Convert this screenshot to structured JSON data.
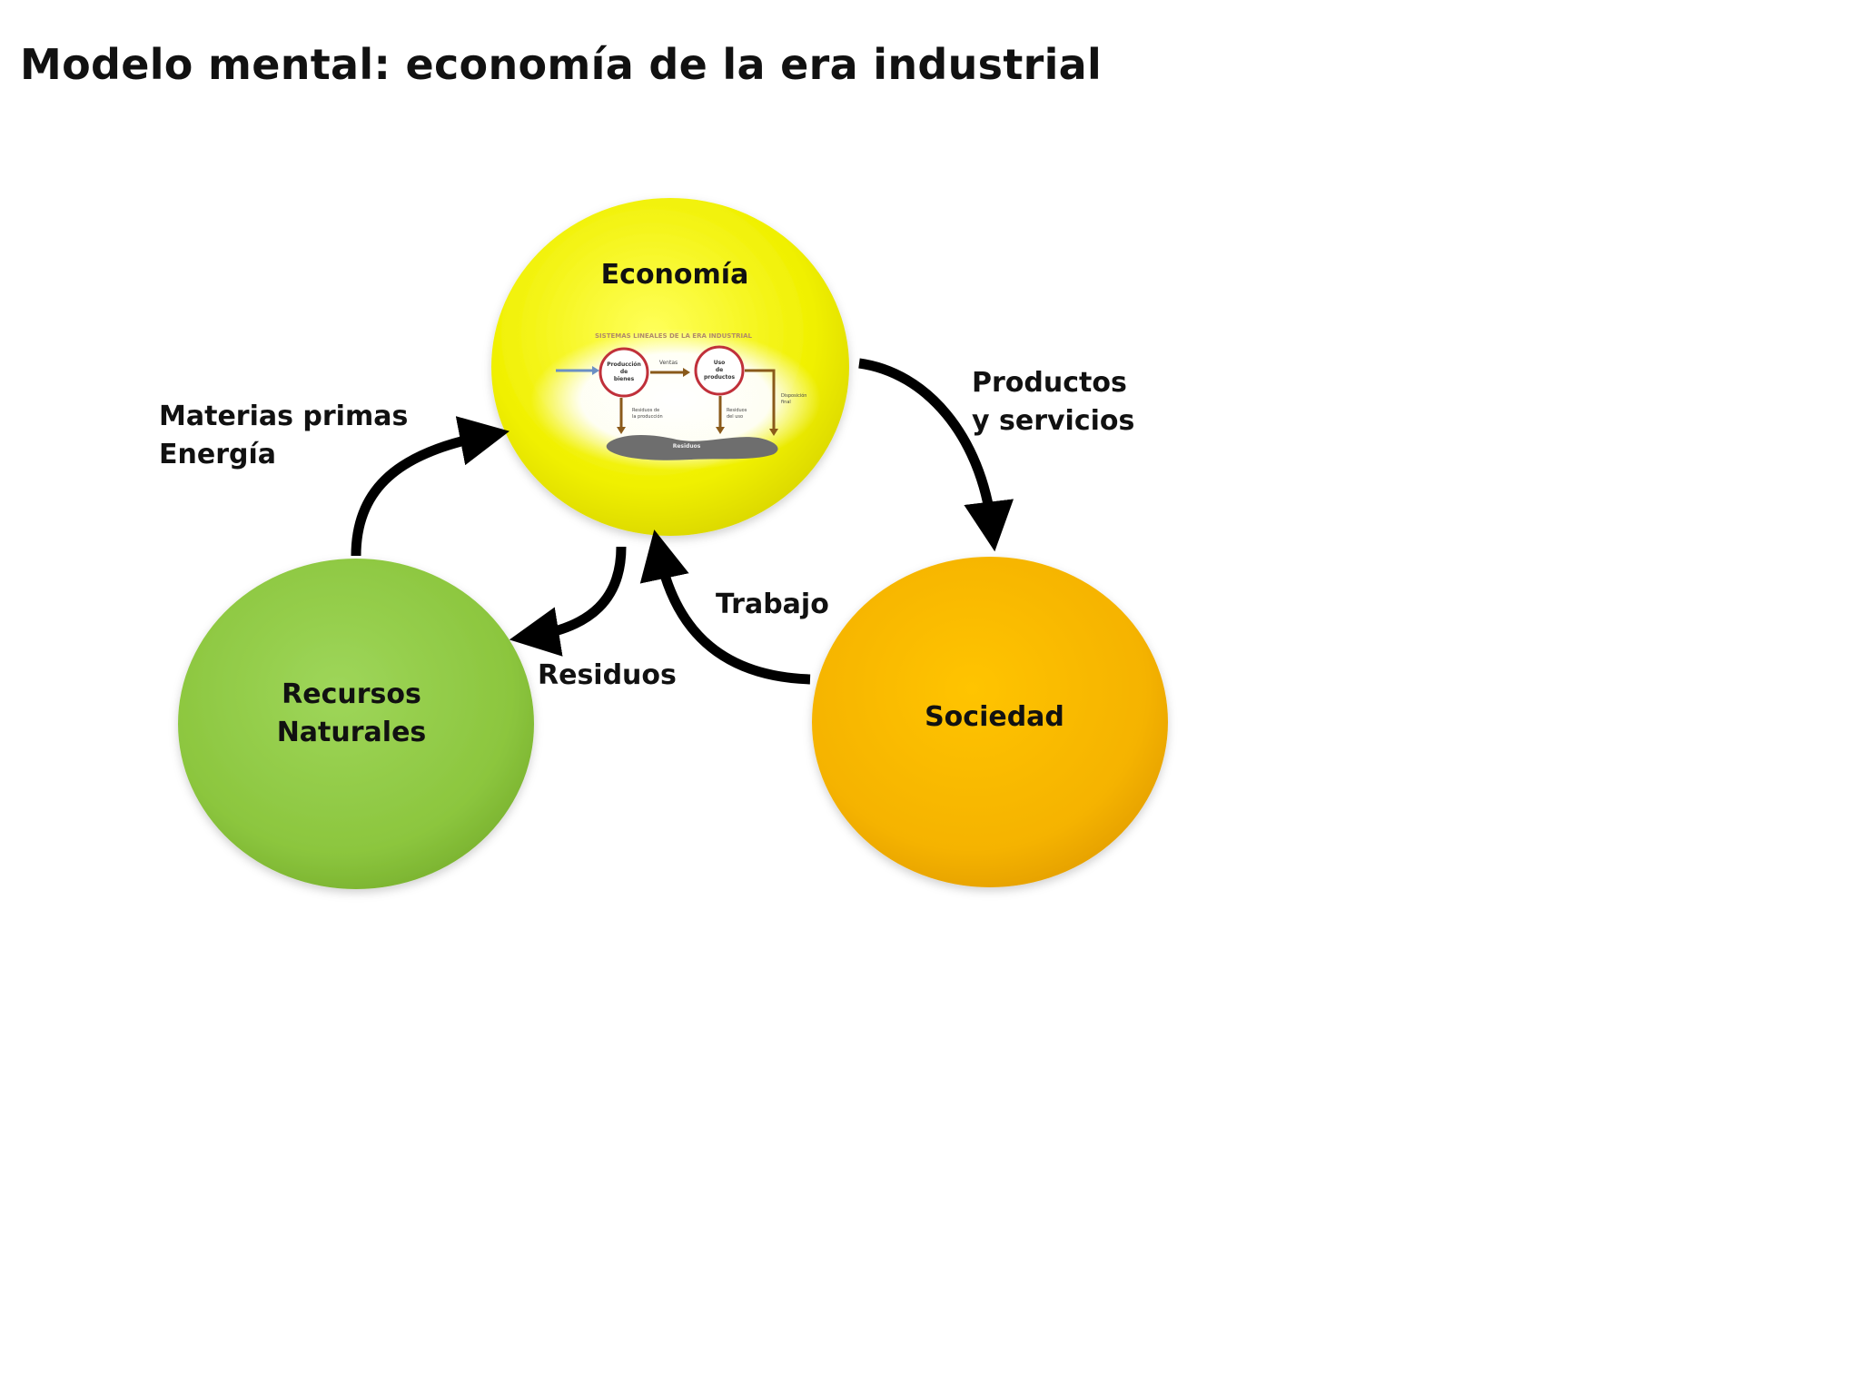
{
  "title": "Modelo mental: economía de la era industrial",
  "nodes": {
    "economia": {
      "label": "Economía",
      "color": "#f2f200"
    },
    "recursos": {
      "label_line1": "Recursos",
      "label_line2": "Naturales",
      "color": "#8dc63f"
    },
    "sociedad": {
      "label": "Sociedad",
      "color": "#f5b800"
    }
  },
  "flows": {
    "materias": {
      "line1": "Materias primas",
      "line2": "Energía"
    },
    "productos": {
      "line1": "Productos",
      "line2": "y servicios"
    },
    "trabajo": {
      "label": "Trabajo"
    },
    "residuos": {
      "label": "Residuos"
    }
  },
  "inset_diagram": {
    "header": "SISTEMAS LINEALES DE LA ERA INDUSTRIAL",
    "produccion_line1": "Producción",
    "produccion_line2": "de",
    "produccion_line3": "bienes",
    "ventas": "Ventas",
    "uso_line1": "Uso",
    "uso_line2": "de",
    "uso_line3": "productos",
    "disposicion_line1": "Disposición",
    "disposicion_line2": "final",
    "residuos_prod_line1": "Residuos de",
    "residuos_prod_line2": "la producción",
    "residuos_uso_line1": "Residuos",
    "residuos_uso_line2": "del uso",
    "residuos_pile": "Residuos"
  }
}
